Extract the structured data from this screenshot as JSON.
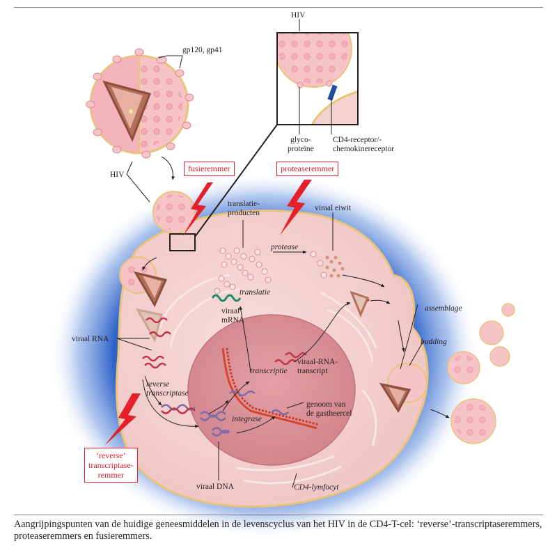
{
  "labels": {
    "gp120": "gp120, gp41",
    "hiv_virion": "HIV",
    "hiv_inset": "HIV",
    "glyco": "glyco-\nproteïne",
    "cd4_receptor": "CD4-receptor/-\nchemokinereceptor",
    "translatieproducten": "translatie-\nproducten",
    "viraal_eiwit": "viraal eiwit",
    "protease": "protease",
    "translatie": "translatie",
    "viraal_mrna": "viraal\nmRNA",
    "viraal_rna": "viraal RNA",
    "reverse_transcriptase": "reverse\ntranscriptase",
    "transcriptie": "transcriptie",
    "viraal_rna_transcript": "viraal-RNA-\ntranscript",
    "integrase": "integrase",
    "genoom": "genoom van\nde gastheercel",
    "viraal_dna": "viraal DNA",
    "cd4_lymfocyt": "CD4-lymfocyt",
    "assemblage": "assemblage",
    "budding": "budding"
  },
  "inhibitors": {
    "fusie": "fusieremmer",
    "protease": "proteaseremmer",
    "rt": "‘reverse’\ntranscriptase-\nremmer"
  },
  "caption": "Aangrijpingspunten van de huidige geneesmiddelen in de levenscyclus van het HIV in de CD4-T-cel: ‘reverse’-transcriptaseremmers, proteaseremmers en fusieremmers.",
  "colors": {
    "membrane": "#e9c37a",
    "cell_fill": "#f3d2d0",
    "nucleus": "#d9888f",
    "virus": "#f6c3c6",
    "inhibitor_red": "#e4202a",
    "glow_blue": "#2f62c9",
    "rna_red": "#c2334a",
    "dna_blue": "#7d6aa8",
    "mrna_green": "#1f8a6a"
  }
}
